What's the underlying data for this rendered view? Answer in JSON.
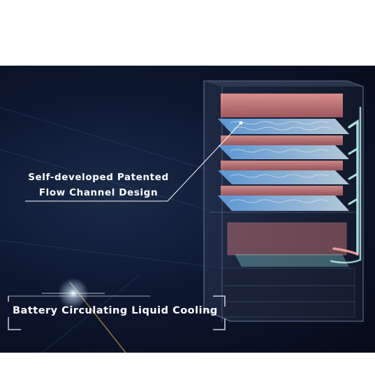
{
  "callout": {
    "line1": "Self-developed Patented",
    "line2": "Flow Channel Design"
  },
  "caption": {
    "text": "Battery Circulating Liquid Cooling"
  },
  "colors": {
    "background": "#0d1730",
    "battery_glow": "#f08080",
    "cooling_plate": "#9fd8ff",
    "pipe": "#bff4f0",
    "pipe_hot": "#f4a6a0"
  },
  "icons": {
    "battery_cabinet": "battery-cabinet-illustration"
  }
}
